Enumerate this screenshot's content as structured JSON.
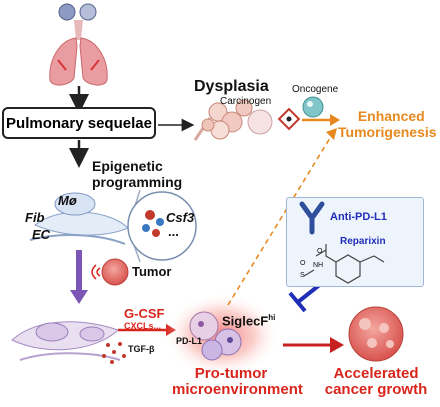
{
  "nodes": {
    "pulmonary_sequelae": "Pulmonary sequelae",
    "dysplasia": "Dysplasia",
    "carcinogen": "Carcinogen",
    "oncogene": "Oncogene",
    "enhanced_line1": "Enhanced",
    "enhanced_line2": "Tumorigenesis",
    "epigenetic_line1": "Epigenetic",
    "epigenetic_line2": "programming",
    "mo": "Mø",
    "fib": "Fib",
    "ec": "EC",
    "csf3": "Csf3",
    "ellipsis": "...",
    "tumor": "Tumor",
    "gcsf": "G-CSF",
    "cxcls": "CXCLs...",
    "tgfb": "TGF-β",
    "siglecf": "SiglecF",
    "siglecf_sup": "hi",
    "pdl1": "PD-L1",
    "protumor_line1": "Pro-tumor",
    "protumor_line2": "microenvironment",
    "accel_line1": "Accelerated",
    "accel_line2": "cancer growth",
    "anti_pdl1": "Anti-PD-L1",
    "reparixin": "Reparixin",
    "chem_o": "O",
    "chem_s": "S",
    "chem_nh": "NH"
  },
  "colors": {
    "orange": "#e8891f",
    "red": "#d9251c",
    "purple": "#7b56b5",
    "blue": "#1f2db8",
    "dark": "#111111"
  }
}
